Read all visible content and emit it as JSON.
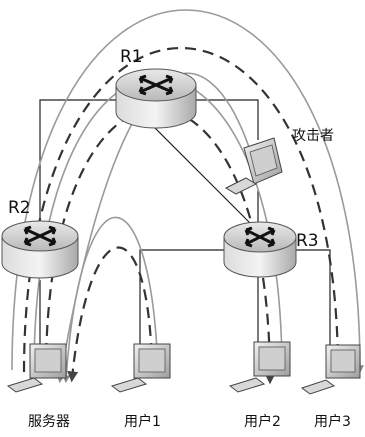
{
  "labels": {
    "r1": "R1",
    "r2": "R2",
    "r3": "R3",
    "attacker": "攻击者",
    "server": "服务器",
    "user1": "用户1",
    "user2": "用户2",
    "user3": "用户3"
  }
}
